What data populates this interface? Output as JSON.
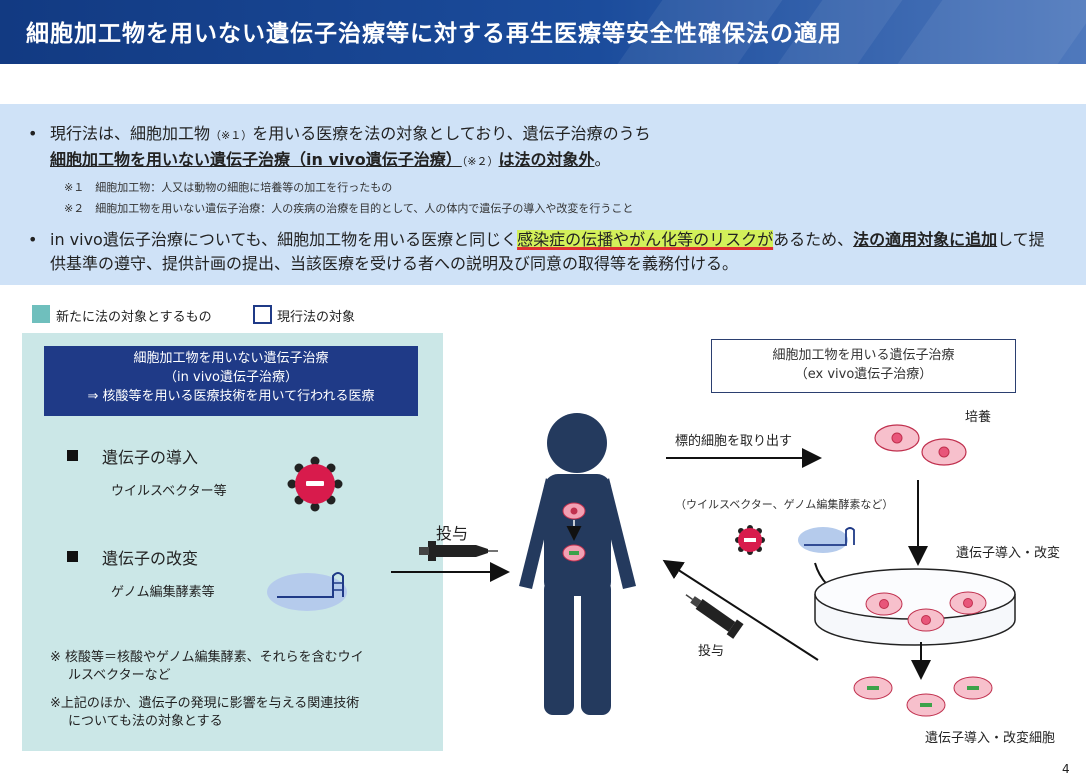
{
  "title": "細胞加工物を用いない遺伝子治療等に対する再生医療等安全性確保法の適用",
  "bullet1": {
    "pre": "現行法は、細胞加工物",
    "ref1": "（※１）",
    "mid": "を用いる医療を法の対象としており、遺伝子治療のうち",
    "bold1": "細胞加工物を用いない遺伝子治療（in vivo遺伝子治療）",
    "ref2": "（※２）",
    "bold2": "は法の対象外",
    "end": "。"
  },
  "notes": {
    "note1": "※１　細胞加工物：人又は動物の細胞に培養等の加工を行ったもの",
    "note2": "※２　細胞加工物を用いない遺伝子治療：人の疾病の治療を目的として、人の体内で遺伝子の導入や改変を行うこと"
  },
  "bullet2": {
    "pre": "in vivo遺伝子治療についても、細胞加工物を用いる医療と同じく",
    "hl": "感染症の伝播やがん化等のリスクが",
    "mid": "あるため、",
    "bold1": "法の適用対象に追加",
    "end": "して提供基準の遵守、提供計画の提出、当該医療を受ける者への説明及び同意の取得等を義務付ける。"
  },
  "legend": {
    "new": "新たに法の対象とするもの",
    "current": "現行法の対象"
  },
  "legend_colors": {
    "new": "#6fbfbd",
    "current": "#1f3a87"
  },
  "left_panel": {
    "header_line1": "細胞加工物を用いない遺伝子治療",
    "header_line2": "（in vivo遺伝子治療）",
    "header_line3": "⇒ 核酸等を用いる医療技術を用いて行われる医療",
    "item1_title": "遺伝子の導入",
    "item1_sub": "ウイルスベクター等",
    "item2_title": "遺伝子の改変",
    "item2_sub": "ゲノム編集酵素等",
    "note1_line1": "※ 核酸等＝核酸やゲノム編集酵素、それらを含むウイ",
    "note1_line2": "ルスベクターなど",
    "note2_line1": "※上記のほか、遺伝子の発現に影響を与える関連技術",
    "note2_line2": "についても法の対象とする"
  },
  "center": {
    "administer_label": "投与"
  },
  "right_panel": {
    "header_line1": "細胞加工物を用いる遺伝子治療",
    "header_line2": "（ex vivo遺伝子治療）",
    "culture_label": "培養",
    "extract_label": "標的細胞を取り出す",
    "vectors_label": "（ウイルスベクター、ゲノム編集酵素など）",
    "transfer_label": "遺伝子導入・改変",
    "administer_label": "投与",
    "result_label": "遺伝子導入・改変細胞"
  },
  "page_number": "4"
}
